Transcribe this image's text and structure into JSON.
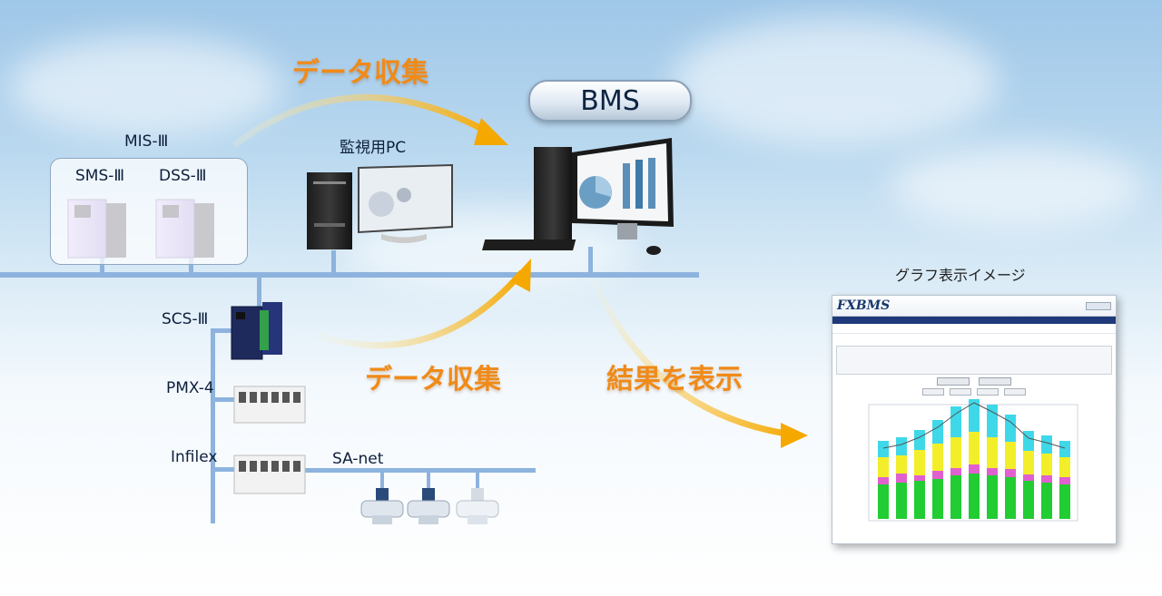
{
  "labels": {
    "mis": "MIS-Ⅲ",
    "sms": "SMS-Ⅲ",
    "dss": "DSS-Ⅲ",
    "monitor_pc": "監視用PC",
    "bms": "BMS",
    "scs": "SCS-Ⅲ",
    "pmx": "PMX-4",
    "infilex": "Infilex",
    "sanet": "SA-net",
    "graph_caption": "グラフ表示イメージ"
  },
  "arrows": {
    "collect_top": "データ収集",
    "collect_bottom": "データ収集",
    "show_result": "結果を表示"
  },
  "screen": {
    "logo": "FXBMS"
  },
  "colors": {
    "network_line": "#8db3de",
    "arrow_orange": "#f08a18"
  }
}
